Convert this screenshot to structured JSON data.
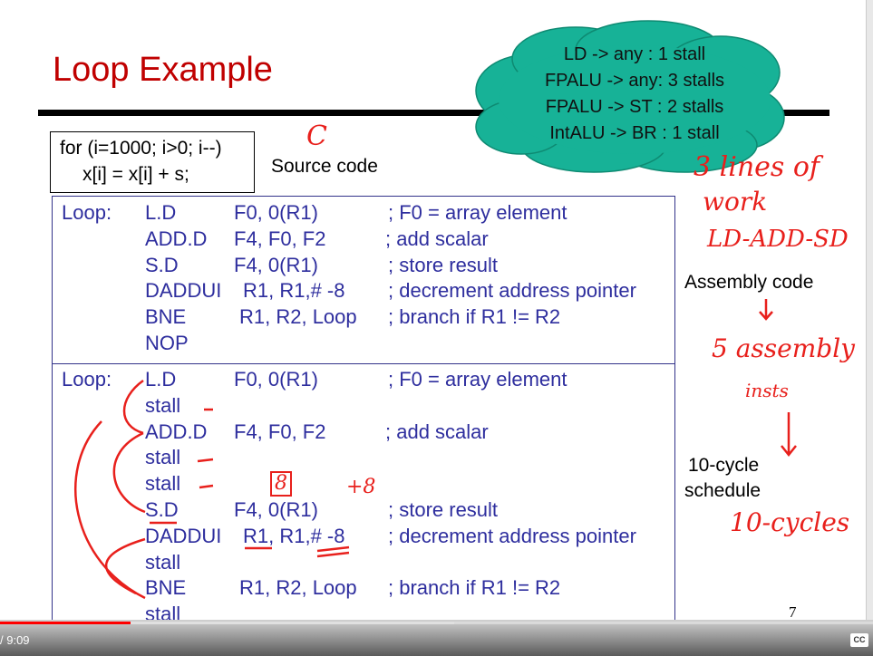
{
  "slide": {
    "title": "Loop Example",
    "source_code": [
      "for (i=1000; i>0; i--)",
      "x[i] = x[i] + s;"
    ],
    "source_label": "Source code",
    "cloud": [
      "LD -> any : 1 stall",
      "FPALU -> any: 3 stalls",
      "FPALU -> ST : 2 stalls",
      "IntALU -> BR : 1 stall"
    ],
    "original": [
      {
        "label": "Loop:",
        "op": "L.D",
        "args": "F0, 0(R1)",
        "comment": "; F0 = array element"
      },
      {
        "label": "",
        "op": "ADD.D",
        "args": "F4, F0, F2",
        "comment": "; add scalar"
      },
      {
        "label": "",
        "op": "S.D",
        "args": "F4, 0(R1)",
        "comment": "; store result"
      },
      {
        "label": "",
        "op": "DADDUI",
        "args": "R1, R1,# -8",
        "comment": "; decrement address pointer"
      },
      {
        "label": "",
        "op": "BNE",
        "args": "R1, R2, Loop",
        "comment": "; branch if R1 != R2"
      },
      {
        "label": "",
        "op": "NOP",
        "args": "",
        "comment": ""
      }
    ],
    "scheduled": [
      {
        "label": "Loop:",
        "op": "L.D",
        "args": "F0, 0(R1)",
        "comment": "; F0 = array element"
      },
      {
        "label": "",
        "op": "stall",
        "args": "",
        "comment": ""
      },
      {
        "label": "",
        "op": "ADD.D",
        "args": "F4, F0, F2",
        "comment": "; add scalar"
      },
      {
        "label": "",
        "op": "stall",
        "args": "",
        "comment": ""
      },
      {
        "label": "",
        "op": "stall",
        "args": "",
        "comment": ""
      },
      {
        "label": "",
        "op": "S.D",
        "args": "F4, 0(R1)",
        "comment": "; store result"
      },
      {
        "label": "",
        "op": "DADDUI",
        "args": "R1, R1,# -8",
        "comment": "; decrement address pointer"
      },
      {
        "label": "",
        "op": "stall",
        "args": "",
        "comment": ""
      },
      {
        "label": "",
        "op": "BNE",
        "args": "R1, R2, Loop",
        "comment": "; branch if R1 != R2"
      },
      {
        "label": "",
        "op": "stall",
        "args": "",
        "comment": ""
      }
    ],
    "assembly_label": "Assembly code",
    "schedule_label": [
      "10-cycle",
      "schedule"
    ],
    "page_number": "7",
    "annotations": {
      "c": "C",
      "lines": "3 lines of",
      "work": "work",
      "ldaddsd": "LD-ADD-SD",
      "five": "5 assembly",
      "insts": "insts",
      "cycles": "10-cycles",
      "plus8": "+8",
      "eight": "8"
    },
    "colors": {
      "title": "#c00000",
      "code": "#2e2e9e",
      "cloud": "#17b297",
      "ink": "#e8201c"
    }
  },
  "player": {
    "time": "/ 9:09",
    "cc": "CC",
    "progress": 0.15,
    "buffered": 0.52
  }
}
